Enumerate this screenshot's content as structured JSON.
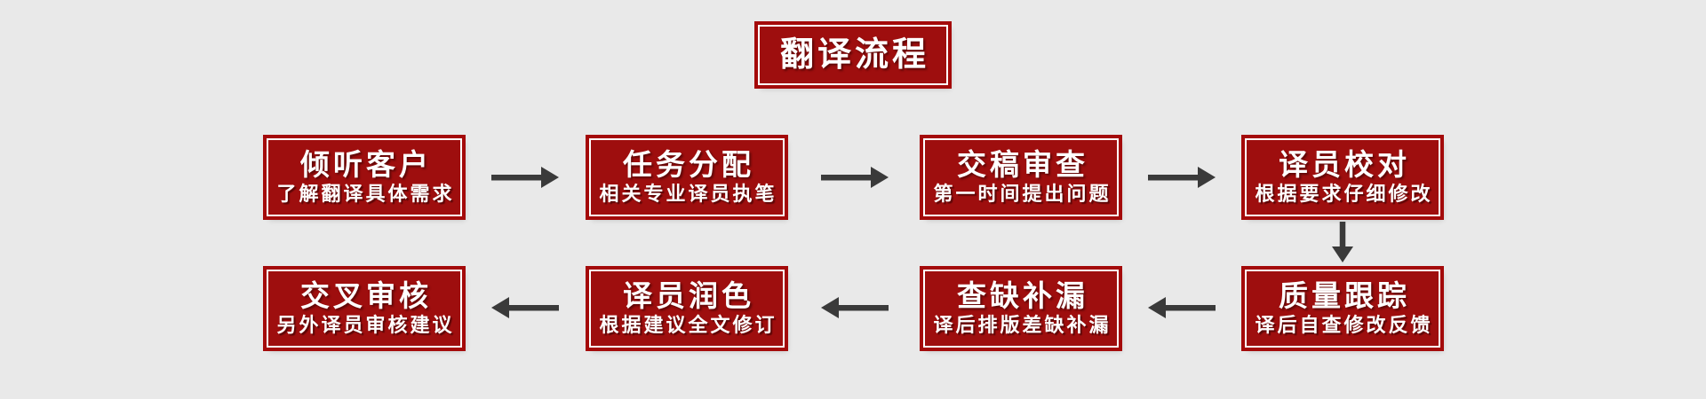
{
  "diagram": {
    "title": "翻译流程",
    "steps": [
      {
        "order": 1,
        "title": "倾听客户",
        "subtitle": "了解翻译具体需求"
      },
      {
        "order": 2,
        "title": "任务分配",
        "subtitle": "相关专业译员执笔"
      },
      {
        "order": 3,
        "title": "交稿审查",
        "subtitle": "第一时间提出问题"
      },
      {
        "order": 4,
        "title": "译员校对",
        "subtitle": "根据要求仔细修改"
      },
      {
        "order": 5,
        "title": "质量跟踪",
        "subtitle": "译后自查修改反馈"
      },
      {
        "order": 6,
        "title": "查缺补漏",
        "subtitle": "译后排版差缺补漏"
      },
      {
        "order": 7,
        "title": "译员润色",
        "subtitle": "根据建议全文修订"
      },
      {
        "order": 8,
        "title": "交叉审核",
        "subtitle": "另外译员审核建议"
      }
    ],
    "flow": [
      "row1 left-to-right: 倾听客户 → 任务分配 → 交稿审查 → 译员校对",
      "down: 译员校对 → 质量跟踪",
      "row2 right-to-left: 质量跟踪 → 查缺补漏 → 译员润色 → 交叉审核"
    ],
    "colors": {
      "background": "#E9E9E9",
      "box_fill": "#9E0E0E",
      "box_outer_border": "#A40A0A",
      "box_inner_border": "#FFFFFF",
      "text": "#FFFFFF",
      "arrow": "#3A3A3A"
    }
  }
}
